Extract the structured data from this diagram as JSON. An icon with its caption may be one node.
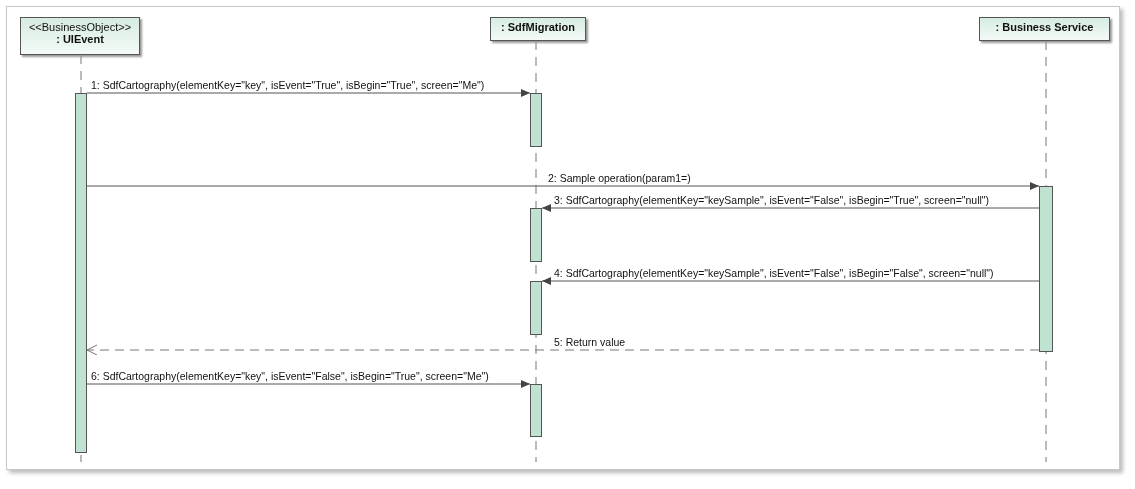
{
  "diagram": {
    "nodes": [
      {
        "text": [
          "<<BusinessObject>>",
          ": UIEvent"
        ]
      },
      {
        "text": [
          ": SdfMigration"
        ]
      },
      {
        "text": [
          ": Business Service"
        ]
      },
      {
        "text": [],
        "shape": "bar"
      },
      {
        "text": [],
        "shape": "bar"
      },
      {
        "text": [],
        "shape": "bar"
      },
      {
        "text": [],
        "shape": "bar"
      },
      {
        "text": [],
        "shape": "bar"
      },
      {
        "text": [],
        "shape": "bar"
      }
    ],
    "edges": [
      {
        "from": 3,
        "to": 4,
        "arrow": "to",
        "label": "1: SdfCartography(elementKey=\"key\", isEvent=\"True\", isBegin=\"True\", screen=\"Me\")"
      },
      {
        "from": 3,
        "to": 8,
        "arrow": "to",
        "label": "2: Sample operation(param1=)"
      },
      {
        "from": 8,
        "to": 5,
        "arrow": "to",
        "label": "3: SdfCartography(elementKey=\"keySample\", isEvent=\"False\", isBegin=\"True\", screen=\"null\")"
      },
      {
        "from": 8,
        "to": 6,
        "arrow": "to",
        "label": "4: SdfCartography(elementKey=\"keySample\", isEvent=\"False\", isBegin=\"False\", screen=\"null\")"
      },
      {
        "from": 8,
        "to": 3,
        "arrow": "to",
        "style": "dashed",
        "label": "5: Return value"
      },
      {
        "from": 3,
        "to": 7,
        "arrow": "to",
        "label": "6: SdfCartography(elementKey=\"key\", isEvent=\"False\", isBegin=\"True\", screen=\"Me\")"
      }
    ]
  }
}
